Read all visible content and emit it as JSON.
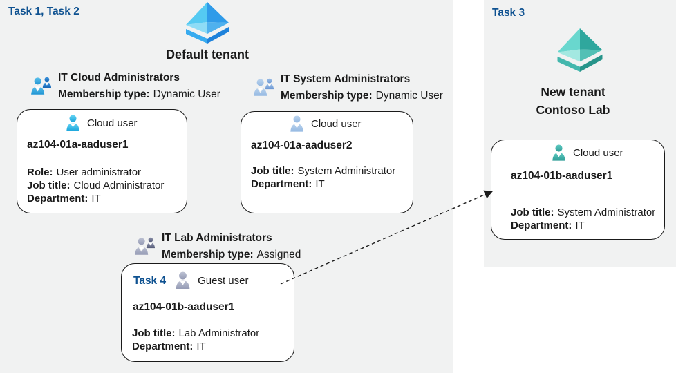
{
  "diagram": {
    "left_panel": {
      "task_label": "Task 1, Task 2",
      "tenant_name": "Default tenant"
    },
    "right_panel": {
      "task_label": "Task 3",
      "tenant_line1": "New tenant",
      "tenant_line2": "Contoso Lab"
    },
    "groups": [
      {
        "title": "IT Cloud Administrators",
        "membership_label": "Membership type:",
        "membership_value": "Dynamic User"
      },
      {
        "title": "IT System Administrators",
        "membership_label": "Membership type:",
        "membership_value": "Dynamic User"
      },
      {
        "title": "IT Lab Administrators",
        "membership_label": "Membership type:",
        "membership_value": "Assigned"
      }
    ],
    "cards": [
      {
        "user_type": "Cloud user",
        "username": "az104-01a-aaduser1",
        "fields": [
          {
            "label": "Role:",
            "value": "User administrator"
          },
          {
            "label": "Job title:",
            "value": "Cloud Administrator"
          },
          {
            "label": "Department:",
            "value": "IT"
          }
        ]
      },
      {
        "user_type": "Cloud user",
        "username": "az104-01a-aaduser2",
        "fields": [
          {
            "label": "Job title:",
            "value": "System Administrator"
          },
          {
            "label": "Department:",
            "value": "IT"
          }
        ]
      },
      {
        "task_label": "Task 4",
        "user_type": "Guest user",
        "username": "az104-01b-aaduser1",
        "fields": [
          {
            "label": "Job title:",
            "value": "Lab Administrator"
          },
          {
            "label": "Department:",
            "value": "IT"
          }
        ]
      },
      {
        "user_type": "Cloud user",
        "username": "az104-01b-aaduser1",
        "fields": [
          {
            "label": "Job title:",
            "value": "System Administrator"
          },
          {
            "label": "Department:",
            "value": "IT"
          }
        ]
      }
    ],
    "colors": {
      "panel_bg": "#F1F2F2",
      "task_label_blue": "#0F5291",
      "text": "#1A1A1A",
      "tenant_icon_blue": "#2F9BE9",
      "tenant_icon_teal": "#2FA79D",
      "cloud_user_cyan": "#1BA6DC",
      "cloud_user_steel": "#93B8E2",
      "cloud_user_teal": "#2E9D96",
      "guest_user_gray": "#949AB4"
    }
  }
}
